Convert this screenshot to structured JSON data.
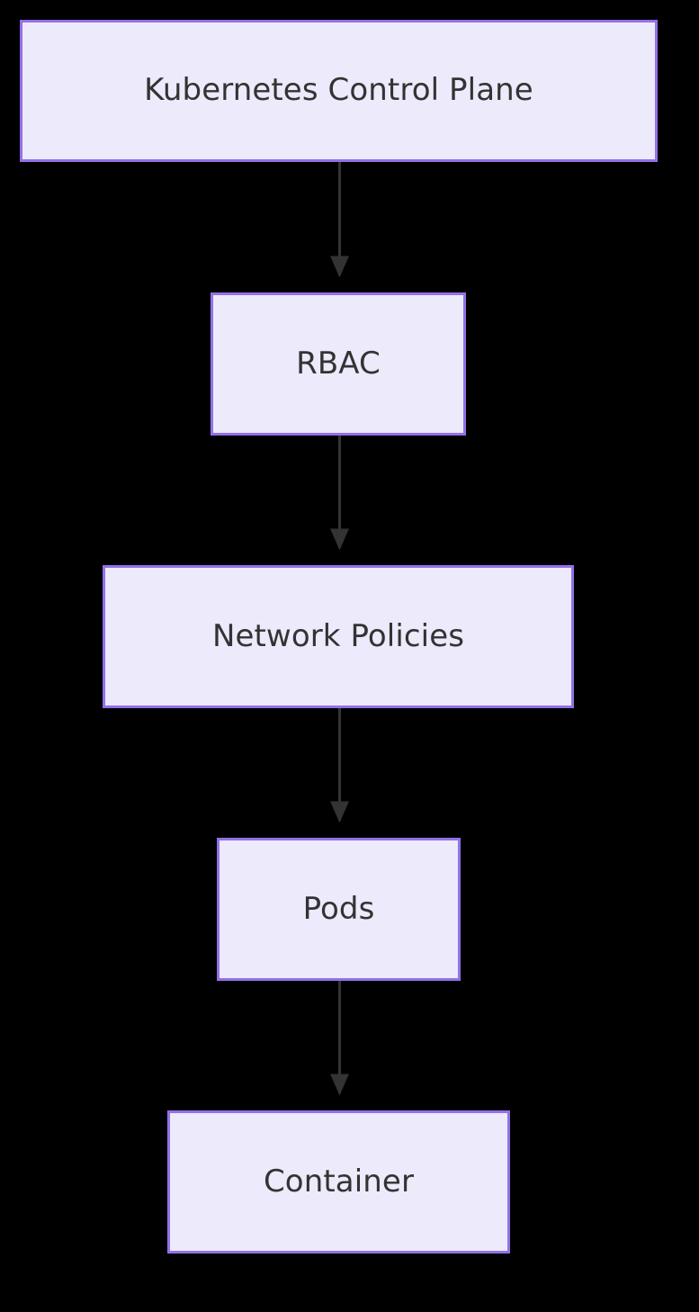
{
  "diagram": {
    "type": "flowchart",
    "direction": "top-to-bottom",
    "background_color": "#000000",
    "node_fill_color": "#ECEAFB",
    "node_border_color": "#9370E8",
    "node_text_color": "#333333",
    "edge_color": "#333333",
    "nodes": [
      {
        "id": "control-plane",
        "label": "Kubernetes Control Plane"
      },
      {
        "id": "rbac",
        "label": "RBAC"
      },
      {
        "id": "network-policies",
        "label": "Network Policies"
      },
      {
        "id": "pods",
        "label": "Pods"
      },
      {
        "id": "container",
        "label": "Container"
      }
    ],
    "edges": [
      {
        "from": "control-plane",
        "to": "rbac",
        "label": "",
        "arrow": "arrowhead-down-icon"
      },
      {
        "from": "rbac",
        "to": "network-policies",
        "label": "",
        "arrow": "arrowhead-down-icon"
      },
      {
        "from": "network-policies",
        "to": "pods",
        "label": "",
        "arrow": "arrowhead-down-icon"
      },
      {
        "from": "pods",
        "to": "container",
        "label": "",
        "arrow": "arrowhead-down-icon"
      }
    ]
  }
}
